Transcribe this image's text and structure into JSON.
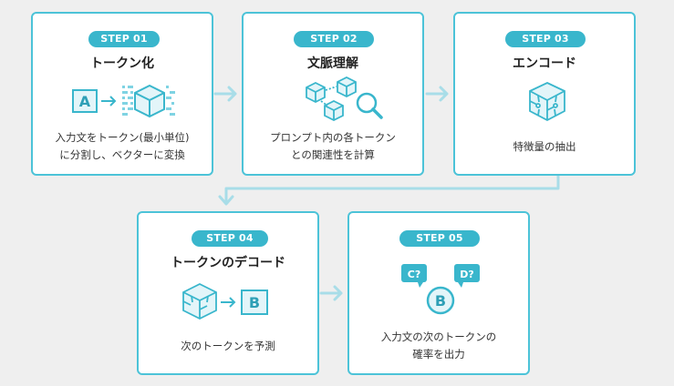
{
  "accent_color": "#4cc3d8",
  "badge_color": "#39b6cc",
  "background_color": "#efefef",
  "steps": [
    {
      "badge": "STEP 01",
      "title": "トークン化",
      "desc_lines": [
        "入力文をトークン(最小単位)",
        "に分割し、ベクターに変換"
      ],
      "icon_label": "A",
      "icons": [
        "letter-box-icon",
        "arrow-right-icon",
        "binary-cube-icon"
      ]
    },
    {
      "badge": "STEP 02",
      "title": "文脈理解",
      "desc_lines": [
        "プロンプト内の各トークン",
        "との関連性を計算"
      ],
      "icons": [
        "connected-cubes-icon",
        "magnifier-icon"
      ]
    },
    {
      "badge": "STEP 03",
      "title": "エンコード",
      "desc_lines": [
        "特徴量の抽出"
      ],
      "icons": [
        "puzzle-cube-icon"
      ]
    },
    {
      "badge": "STEP 04",
      "title": "トークンのデコード",
      "desc_lines": [
        "次のトークンを予測"
      ],
      "icon_label": "B",
      "icons": [
        "puzzle-cube-icon",
        "arrow-right-icon",
        "letter-box-icon"
      ]
    },
    {
      "badge": "STEP 05",
      "title": "",
      "desc_lines": [
        "入力文の次のトークンの",
        "確率を出力"
      ],
      "bubble_labels": [
        "C?",
        "D?"
      ],
      "circle_label": "B",
      "icons": [
        "speech-bubble-icon",
        "speech-bubble-icon",
        "circle-letter-icon"
      ]
    }
  ]
}
